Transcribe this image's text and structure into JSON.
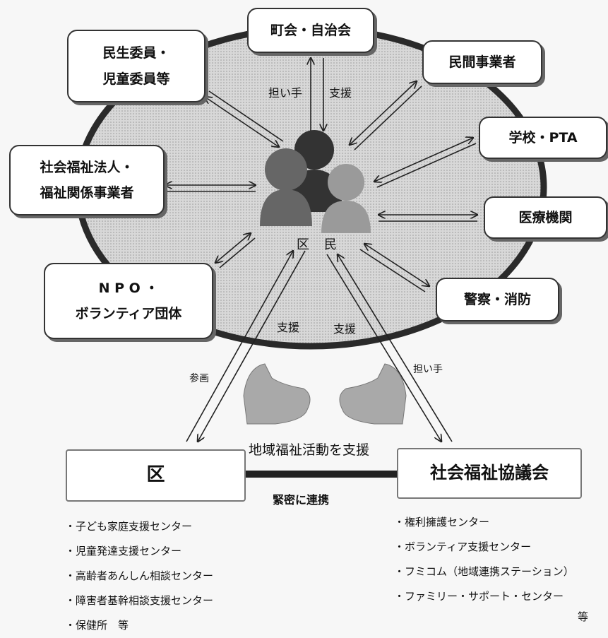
{
  "center": {
    "label_left": "区",
    "label_right": "民"
  },
  "orgs": {
    "minsei": [
      "民生委員・",
      "児童委員等"
    ],
    "chokai": "町会・自治会",
    "minkan": "民間事業者",
    "gakko": "学校・PTA",
    "shafuku": [
      "社会福祉法人・",
      "福祉関係事業者"
    ],
    "iryo": "医療機関",
    "npo": [
      "N P O ・",
      "ボランティア団体"
    ],
    "keisatsu": "警察・消防"
  },
  "arrow_labels": {
    "ninaite_top": "担い手",
    "shien_top": "支援",
    "shien_left": "支援",
    "shien_right": "支援",
    "sankaku": "参画",
    "ninaite_right": "担い手"
  },
  "bottom": {
    "support_text": "地域福祉活動を支援",
    "ku": "区",
    "council": "社会福祉協議会",
    "link_text": "緊密に連携",
    "ku_items": [
      "子ども家庭支援センター",
      "児童発達支援センター",
      "高齢者あんしん相談センター",
      "障害者基幹相談支援センター",
      "保健所　等"
    ],
    "council_items": [
      "権利擁護センター",
      "ボランティア支援センター",
      "フミコム（地域連携ステーション）",
      "ファミリー・サポート・センター"
    ],
    "council_etc": "等"
  }
}
